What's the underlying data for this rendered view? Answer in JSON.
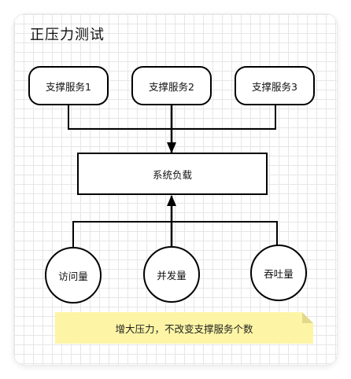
{
  "title": "正压力测试",
  "services": [
    {
      "label": "支撑服务1"
    },
    {
      "label": "支撑服务2"
    },
    {
      "label": "支撑服务3"
    }
  ],
  "center": {
    "label": "系统负载"
  },
  "factors": [
    {
      "label": "访问量"
    },
    {
      "label": "并发量"
    },
    {
      "label": "吞吐量"
    }
  ],
  "note": {
    "text": "增大压力，不改变支撑服务个数"
  },
  "colors": {
    "stroke": "#000000",
    "note_fill": "#fdf5a5",
    "note_fold": "#e3d98c",
    "grid": "#e6e6e6"
  }
}
